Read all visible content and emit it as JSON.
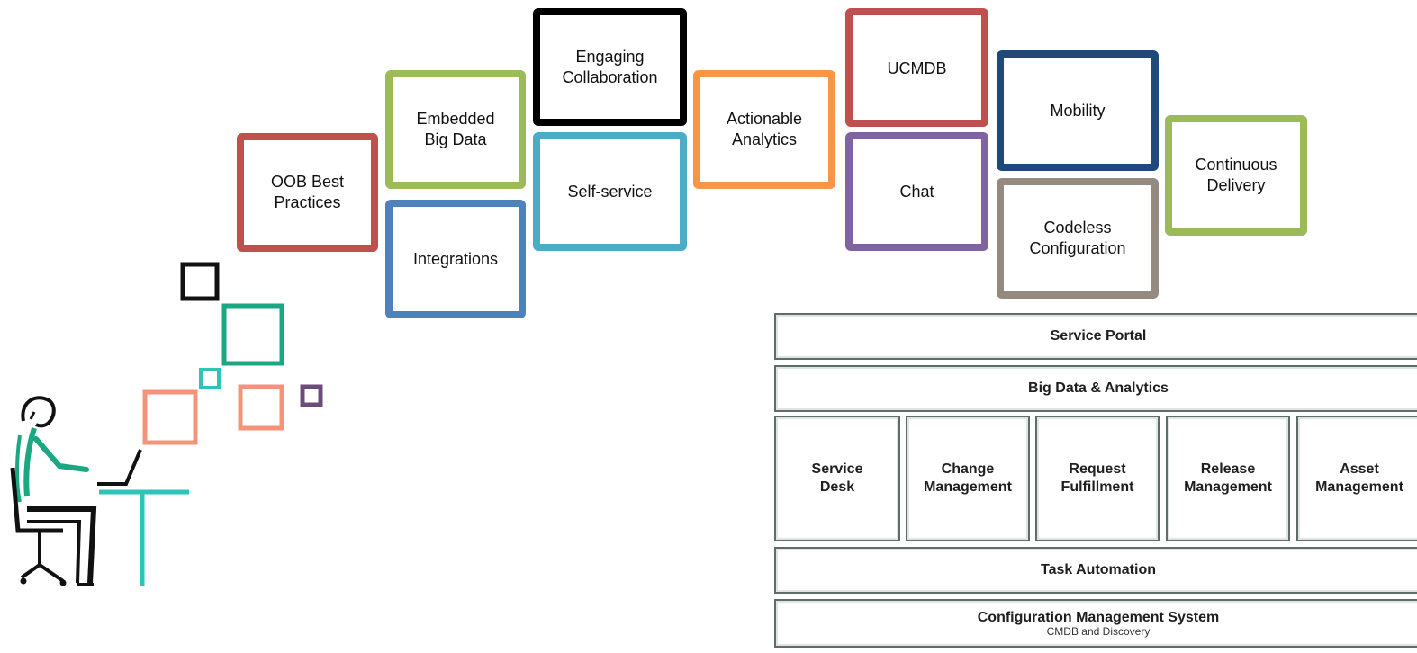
{
  "capabilities": {
    "oob_best_practices": "OOB Best\nPractices",
    "embedded_big_data": "Embedded\nBig Data",
    "integrations": "Integrations",
    "engaging_collaboration": "Engaging\nCollaboration",
    "self_service": "Self-service",
    "actionable_analytics": "Actionable\nAnalytics",
    "ucmdb": "UCMDB",
    "chat": "Chat",
    "mobility": "Mobility",
    "codeless_configuration": "Codeless\nConfiguration",
    "continuous_delivery": "Continuous\nDelivery"
  },
  "colors": {
    "red": "#c0504d",
    "green": "#9bbb59",
    "blue": "#4f81bd",
    "black": "#000000",
    "teal": "#4bacc6",
    "orange": "#f79646",
    "purple": "#8064a2",
    "navy": "#1f497d",
    "gray": "#948a7f",
    "figure_green": "#1aa882",
    "figure_cyan": "#2ec4b6",
    "figure_salmon": "#f4937a",
    "figure_plum": "#6b4c7a"
  },
  "architecture": {
    "service_portal": "Service Portal",
    "big_data_analytics": "Big Data & Analytics",
    "service_desk": "Service\nDesk",
    "change_management": "Change\nManagement",
    "request_fulfillment": "Request\nFulfillment",
    "release_management": "Release\nManagement",
    "asset_management": "Asset\nManagement",
    "task_automation": "Task Automation",
    "cms_title": "Configuration Management System",
    "cms_subtitle": "CMDB and Discovery"
  }
}
